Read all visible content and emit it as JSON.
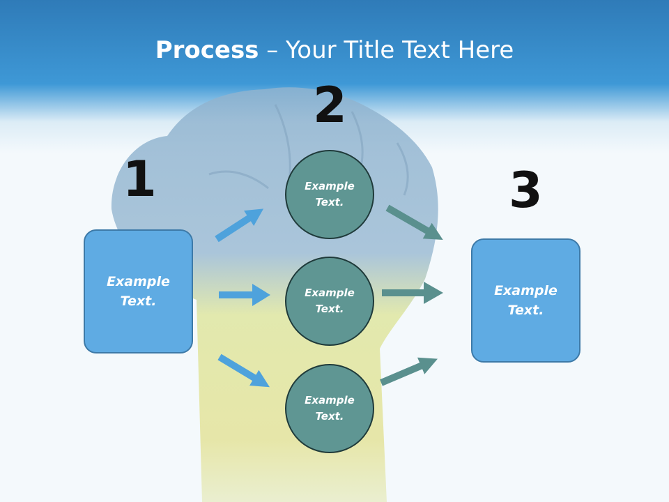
{
  "title": {
    "bold": "Process",
    "rest": " – Your Title Text Here"
  },
  "steps": {
    "one": "1",
    "two": "2",
    "three": "3"
  },
  "boxes": {
    "left": "Example\nText.",
    "right": "Example\nText."
  },
  "circles": {
    "top": "Example\nText.",
    "middle": "Example\nText.",
    "bottom": "Example\nText."
  },
  "colors": {
    "header": "#3e98d6",
    "box_fill": "#5fabe3",
    "box_border": "#3d7aa8",
    "circle_fill": "#5f9693",
    "arrow_blue": "#4ea2dc",
    "arrow_teal": "#5a908e"
  }
}
